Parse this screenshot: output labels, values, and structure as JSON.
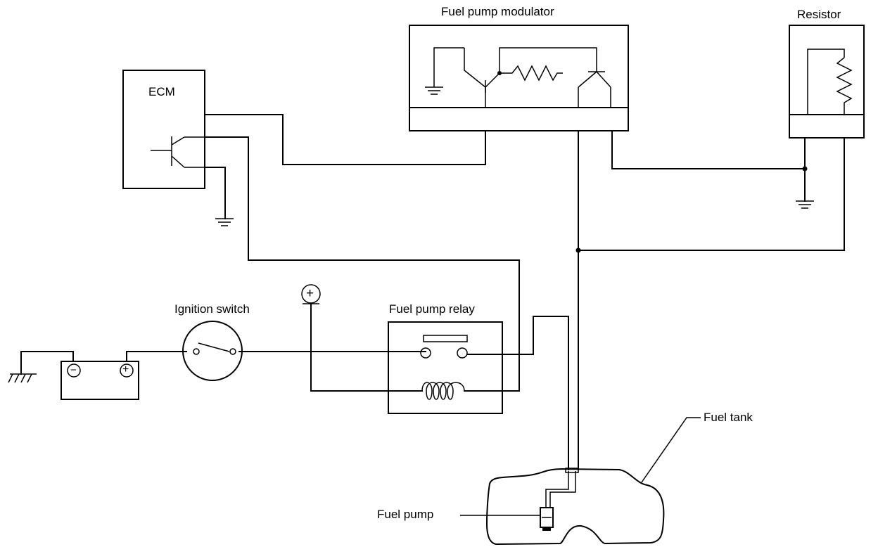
{
  "labels": {
    "modulator": "Fuel pump modulator",
    "resistor": "Resistor",
    "ecm": "ECM",
    "ignition_switch": "Ignition switch",
    "relay": "Fuel pump relay",
    "fuel_tank": "Fuel tank",
    "fuel_pump": "Fuel pump"
  },
  "symbols": {
    "battery_neg": "−",
    "battery_pos": "+",
    "supply_pos": "+"
  }
}
